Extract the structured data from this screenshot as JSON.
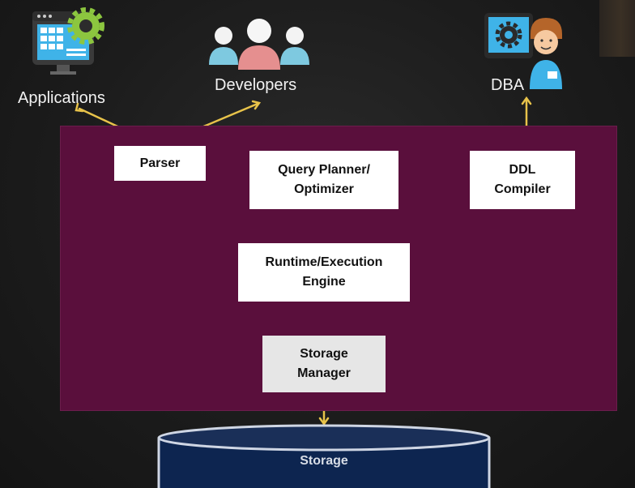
{
  "actors": {
    "applications": "Applications",
    "developers": "Developers",
    "dba": "DBA"
  },
  "components": {
    "parser": "Parser",
    "query_planner": [
      "Query Planner/",
      "Optimizer"
    ],
    "ddl_compiler": [
      "DDL",
      "Compiler"
    ],
    "runtime": [
      "Runtime/Execution",
      "Engine"
    ],
    "storage_manager": [
      "Storage",
      "Manager"
    ]
  },
  "storage": "Storage",
  "colors": {
    "panel": "#5a0f3c",
    "arrow": "#e8c34a",
    "cylinder": "#0d2550"
  },
  "icons": [
    "computer-gear-icon",
    "people-group-icon",
    "dba-person-icon"
  ]
}
